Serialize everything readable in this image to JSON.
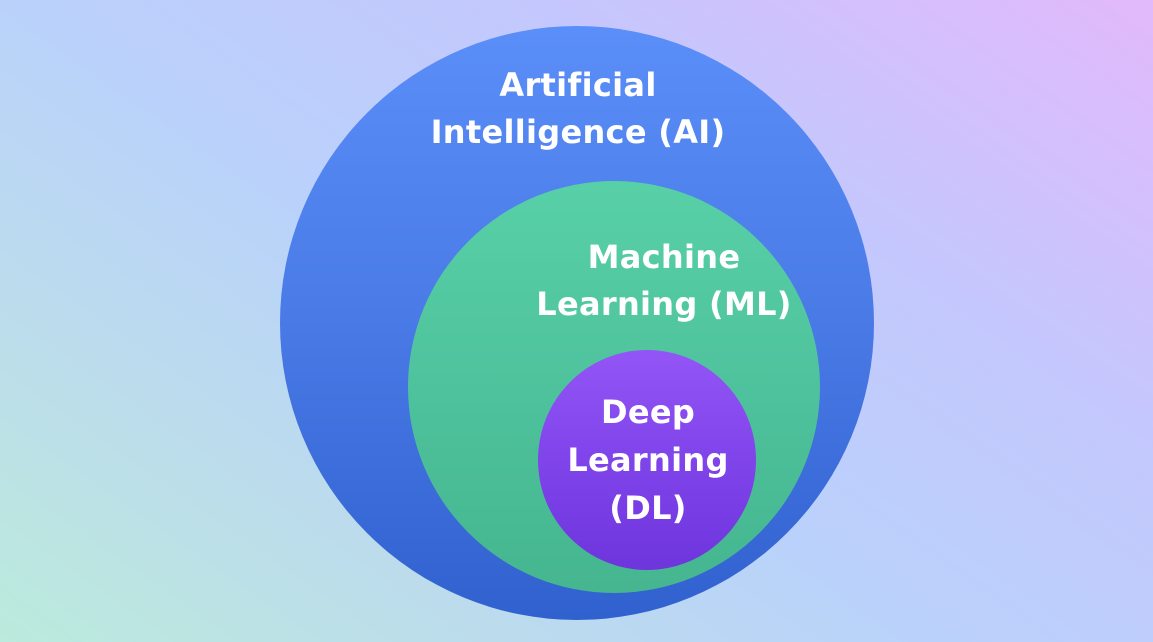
{
  "diagram": {
    "type": "nested-circles",
    "colors": {
      "background_top_right": "#e2b9fb",
      "background_bottom_left": "#bbebdc",
      "ai_circle": "#4b7ce8",
      "ml_circle": "#4dc19b",
      "dl_circle": "#7f44ea",
      "text": "#ffffff"
    },
    "circles": [
      {
        "id": "ai",
        "lines": [
          "Artificial",
          "Intelligence (AI)"
        ]
      },
      {
        "id": "ml",
        "lines": [
          "Machine",
          "Learning (ML)"
        ]
      },
      {
        "id": "dl",
        "lines": [
          "Deep",
          "Learning",
          "(DL)"
        ]
      }
    ]
  }
}
